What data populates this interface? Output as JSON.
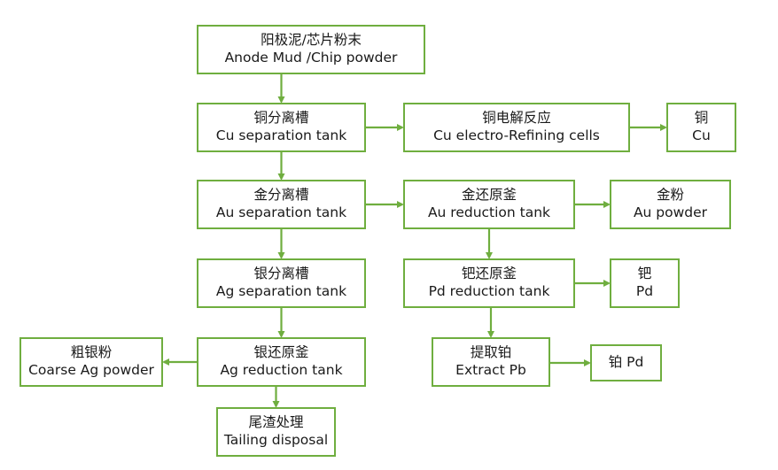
{
  "nodes": {
    "anode_mud": {
      "zh": "阳极泥/芯片粉末",
      "en": "Anode Mud /Chip powder"
    },
    "cu_sep": {
      "zh": "铜分离槽",
      "en": "Cu separation tank"
    },
    "cu_refine": {
      "zh": "铜电解反应",
      "en": "Cu electro-Refining cells"
    },
    "cu": {
      "zh": "铜",
      "en": "Cu"
    },
    "au_sep": {
      "zh": "金分离槽",
      "en": "Au separation tank"
    },
    "au_red": {
      "zh": "金还原釜",
      "en": "Au reduction tank"
    },
    "au_powder": {
      "zh": "金粉",
      "en": "Au powder"
    },
    "ag_sep": {
      "zh": "银分离槽",
      "en": "Ag separation tank"
    },
    "pd_red": {
      "zh": "钯还原釜",
      "en": "Pd reduction tank"
    },
    "pd": {
      "zh": "钯",
      "en": "Pd"
    },
    "coarse_ag": {
      "zh": "粗银粉",
      "en": "Coarse Ag powder"
    },
    "ag_red": {
      "zh": "银还原釜",
      "en": "Ag reduction tank"
    },
    "extract_pb": {
      "zh": "提取铂",
      "en": "Extract Pb"
    },
    "pt_pd": {
      "text": "铂 Pd"
    },
    "tailing": {
      "zh": "尾渣处理",
      "en": "Tailing disposal"
    }
  },
  "edges": [
    [
      "anode_mud",
      "cu_sep"
    ],
    [
      "cu_sep",
      "cu_refine"
    ],
    [
      "cu_refine",
      "cu"
    ],
    [
      "cu_sep",
      "au_sep"
    ],
    [
      "au_sep",
      "au_red"
    ],
    [
      "au_red",
      "au_powder"
    ],
    [
      "au_sep",
      "ag_sep"
    ],
    [
      "au_red",
      "pd_red"
    ],
    [
      "pd_red",
      "pd"
    ],
    [
      "ag_sep",
      "ag_red"
    ],
    [
      "pd_red",
      "extract_pb"
    ],
    [
      "extract_pb",
      "pt_pd"
    ],
    [
      "ag_red",
      "coarse_ag"
    ],
    [
      "ag_red",
      "tailing"
    ]
  ],
  "colors": {
    "accent": "#6fae3f",
    "text": "#1a1a1a"
  }
}
